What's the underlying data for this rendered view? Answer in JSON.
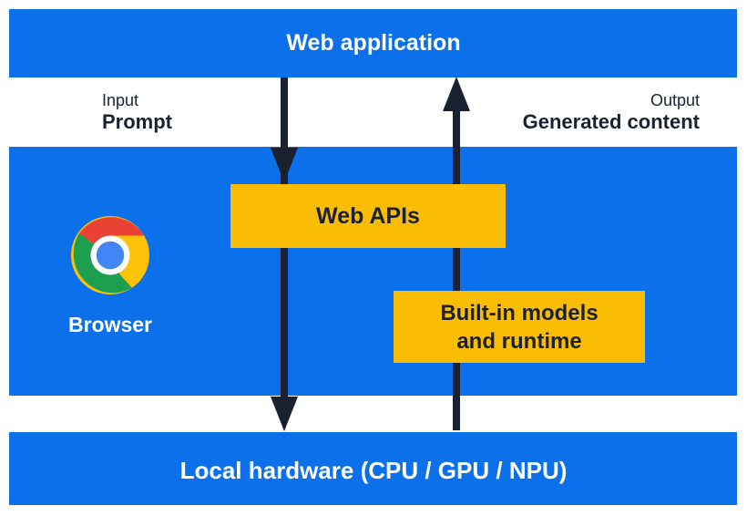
{
  "diagram": {
    "top_bar": {
      "label": "Web application"
    },
    "flow_labels": {
      "input_caption": "Input",
      "input_value": "Prompt",
      "output_caption": "Output",
      "output_value": "Generated content"
    },
    "browser_section": {
      "browser_label": "Browser",
      "web_apis_box_label": "Web APIs",
      "builtin_box_line1": "Built-in models",
      "builtin_box_line2": "and runtime"
    },
    "bottom_bar": {
      "label": "Local hardware (CPU / GPU / NPU)"
    },
    "icons": {
      "chrome": "chrome-browser-logo",
      "down_arrows": "prompt-flow-down-arrow",
      "up_arrow": "generated-content-up-arrow"
    },
    "colors": {
      "section_blue": "#0B70EA",
      "box_yellow": "#FBBC04",
      "navy": "#1A2232",
      "chrome_red": "#E94235",
      "chrome_yellow": "#FDC107",
      "chrome_green": "#1E9E4F",
      "chrome_blue": "#4285F4"
    }
  }
}
